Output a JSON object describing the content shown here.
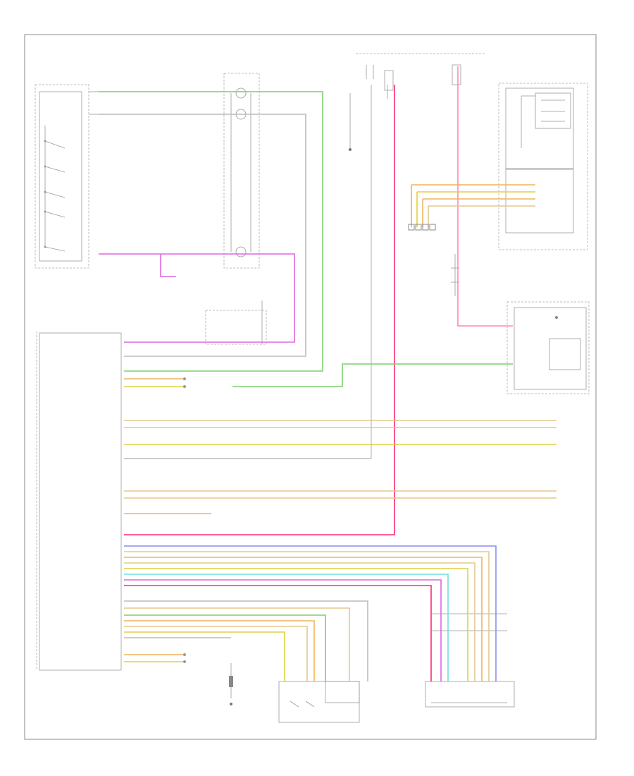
{
  "diagram": {
    "footer_code": "",
    "colors": {
      "green": "#7ccf6e",
      "pink": "#ff2a6d",
      "magenta": "#e066e0",
      "orange": "#f0b35a",
      "yellow": "#e0d040",
      "tan": "#e3c98c",
      "blue": "#8c8cf0",
      "cyan": "#6ee0e0",
      "grey": "#aaaaaa",
      "frame": "#888888"
    },
    "components": [
      {
        "id": "left-switch-assembly",
        "label": ""
      },
      {
        "id": "top-center-module",
        "label": ""
      },
      {
        "id": "cruise-control-module",
        "label": ""
      },
      {
        "id": "fuse-block",
        "label": ""
      },
      {
        "id": "top-right-module",
        "label": ""
      },
      {
        "id": "clutch-connector",
        "label": ""
      },
      {
        "id": "right-module",
        "label": ""
      },
      {
        "id": "ecm-left",
        "label": ""
      },
      {
        "id": "throttle-body",
        "label": ""
      },
      {
        "id": "accelerator-pedal-sensor",
        "label": ""
      },
      {
        "id": "ground",
        "label": ""
      }
    ],
    "connectors": [
      {
        "id": "splice-connector",
        "label": ""
      },
      {
        "id": "lower-connector",
        "label": ""
      }
    ]
  }
}
